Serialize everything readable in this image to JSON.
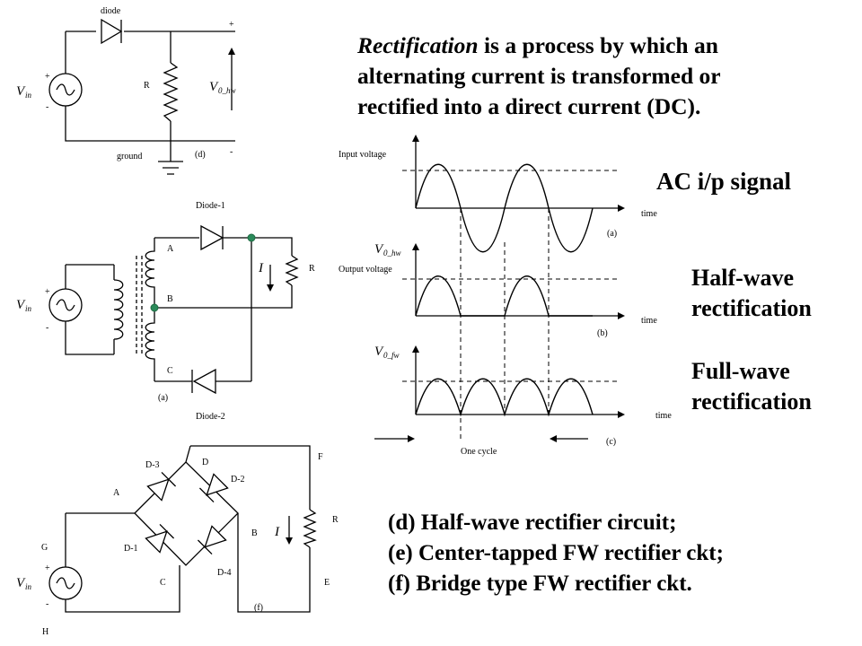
{
  "intro": {
    "term": "Rectification",
    "rest_line1": " is a process by which an",
    "line2": "alternating current is transformed or",
    "line3": "rectified into a direct current (DC)."
  },
  "labels": {
    "ac_signal": "AC i/p signal",
    "half_wave_1": "Half-wave",
    "half_wave_2": "rectification",
    "full_wave_1": "Full-wave",
    "full_wave_2": "rectification"
  },
  "captions": {
    "line1": "(d) Half-wave rectifier circuit;",
    "line2": "(e) Center-tapped FW rectifier ckt;",
    "line3": "(f) Bridge type FW rectifier ckt."
  },
  "circuit_d": {
    "diode": "diode",
    "resistor": "R",
    "ground": "ground",
    "plus": "+",
    "minus": "-",
    "panel": "(d)",
    "vin": "V",
    "vin_sub": "in",
    "vout": "V",
    "vout_sub": "0_hw"
  },
  "circuit_e": {
    "diode1": "Diode-1",
    "diode2": "Diode-2",
    "node_a": "A",
    "node_b": "B",
    "node_c": "C",
    "resistor": "R",
    "current": "I",
    "plus": "+",
    "minus": "-",
    "panel": "(a)",
    "vin": "V",
    "vin_sub": "in"
  },
  "circuit_f": {
    "d1": "D-1",
    "d2": "D-2",
    "d3": "D-3",
    "d4": "D-4",
    "node_a": "A",
    "node_b": "B",
    "node_c": "C",
    "node_d": "D",
    "node_e": "E",
    "node_f": "F",
    "node_g": "G",
    "node_h": "H",
    "resistor": "R",
    "current": "I",
    "plus": "+",
    "minus": "-",
    "panel": "(f)",
    "vin": "V",
    "vin_sub": "in"
  },
  "waveforms": {
    "input_voltage": "Input voltage",
    "output_voltage": "Output voltage",
    "time_a": "time",
    "time_b": "time",
    "time_c": "time",
    "panel_a": "(a)",
    "panel_b": "(b)",
    "panel_c": "(c)",
    "one_cycle": "One cycle",
    "vhw": "V",
    "vhw_sub": "0_hw",
    "vfw": "V",
    "vfw_sub": "0_fw"
  }
}
